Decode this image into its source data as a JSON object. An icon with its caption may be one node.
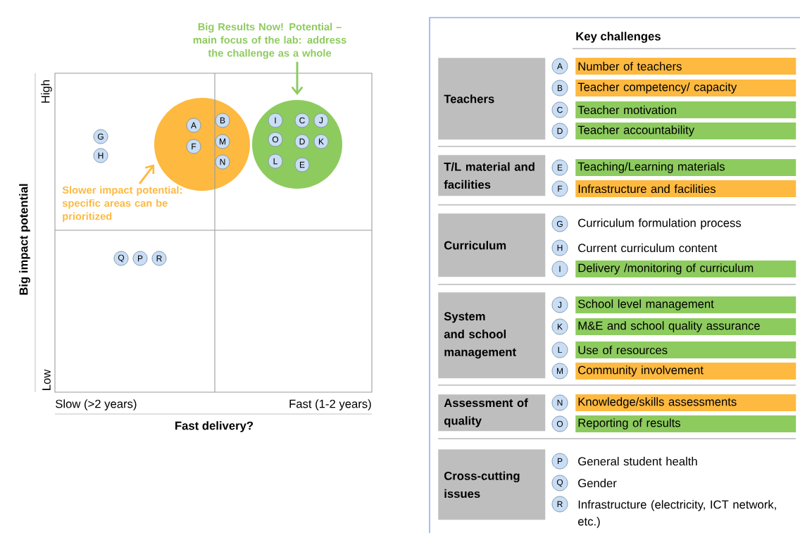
{
  "diagram": {
    "nodes": [
      {
        "text": [
          "Big Results Now! Potential – main focus of the lab: address the challenge as a whole"
        ]
      },
      {
        "text": [],
        "shape": "ellipse"
      },
      {
        "text": [],
        "shape": "ellipse"
      },
      {
        "text": [
          "G"
        ]
      },
      {
        "text": [
          "H"
        ]
      },
      {
        "text": [
          "A"
        ],
        "in": 1
      },
      {
        "text": [
          "F"
        ],
        "in": 1
      },
      {
        "text": [
          "B"
        ],
        "in": 1
      },
      {
        "text": [
          "M"
        ],
        "in": 1
      },
      {
        "text": [
          "N"
        ],
        "in": 1
      },
      {
        "text": [
          "I"
        ],
        "in": 2
      },
      {
        "text": [
          "O"
        ],
        "in": 2
      },
      {
        "text": [
          "L"
        ],
        "in": 2
      },
      {
        "text": [
          "C"
        ],
        "in": 2
      },
      {
        "text": [
          "D"
        ],
        "in": 2
      },
      {
        "text": [
          "E"
        ],
        "in": 2
      },
      {
        "text": [
          "J"
        ],
        "in": 2
      },
      {
        "text": [
          "K"
        ],
        "in": 2
      },
      {
        "text": [
          "Slower impact potential: specific areas can be prioritized"
        ]
      },
      {
        "text": [
          "Q"
        ]
      },
      {
        "text": [
          "P"
        ]
      },
      {
        "text": [
          "R"
        ]
      },
      {
        "text": [
          "Teachers"
        ]
      },
      {
        "text": [
          "A"
        ]
      },
      {
        "text": [
          "Number of teachers"
        ]
      },
      {
        "text": [
          "B"
        ]
      },
      {
        "text": [
          "Teacher competency/ capacity"
        ]
      },
      {
        "text": [
          "C"
        ]
      },
      {
        "text": [
          "Teacher motivation"
        ]
      },
      {
        "text": [
          "D"
        ]
      },
      {
        "text": [
          "Teacher accountability"
        ]
      },
      {
        "text": [
          "T/L material and facilities"
        ]
      },
      {
        "text": [
          "E"
        ]
      },
      {
        "text": [
          "Teaching/Learning materials"
        ]
      },
      {
        "text": [
          "F"
        ]
      },
      {
        "text": [
          "Infrastructure and facilities"
        ]
      },
      {
        "text": [
          "Curriculum"
        ]
      },
      {
        "text": [
          "G"
        ]
      },
      {
        "text": [
          "Curriculum formulation process"
        ]
      },
      {
        "text": [
          "H"
        ]
      },
      {
        "text": [
          "Current curriculum content"
        ]
      },
      {
        "text": [
          "I"
        ]
      },
      {
        "text": [
          "Delivery /monitoring of curriculum"
        ]
      },
      {
        "text": [
          "System and school management"
        ]
      },
      {
        "text": [
          "J"
        ]
      },
      {
        "text": [
          "School level management"
        ]
      },
      {
        "text": [
          "K"
        ]
      },
      {
        "text": [
          "M&E and school quality assurance"
        ]
      },
      {
        "text": [
          "L"
        ]
      },
      {
        "text": [
          "Use of resources"
        ]
      },
      {
        "text": [
          "M"
        ]
      },
      {
        "text": [
          "Community involvement"
        ]
      },
      {
        "text": [
          "Assessment of quality"
        ]
      },
      {
        "text": [
          "N"
        ]
      },
      {
        "text": [
          "Knowledge/skills assessments"
        ]
      },
      {
        "text": [
          "O"
        ]
      },
      {
        "text": [
          "Reporting of results"
        ]
      },
      {
        "text": [
          "Cross-cutting issues"
        ]
      },
      {
        "text": [
          "P"
        ]
      },
      {
        "text": [
          "General student health"
        ]
      },
      {
        "text": [
          "Q"
        ]
      },
      {
        "text": [
          "Gender"
        ]
      },
      {
        "text": [
          "R"
        ]
      },
      {
        "text": [
          "Infrastructure (electricity, ICT network, etc.)"
        ]
      }
    ],
    "edges": [
      {
        "from": 0,
        "to": 2,
        "arrow": "to",
        "color": "#8dcb5e"
      },
      {
        "from": 18,
        "to": 1,
        "arrow": "to",
        "color": "#fdb940"
      }
    ],
    "labels": [
      "High",
      "Low",
      "Big impact potential",
      "Slow (>2 years)",
      "Fast (1-2 years)",
      "Fast delivery?",
      "Key challenges"
    ]
  }
}
